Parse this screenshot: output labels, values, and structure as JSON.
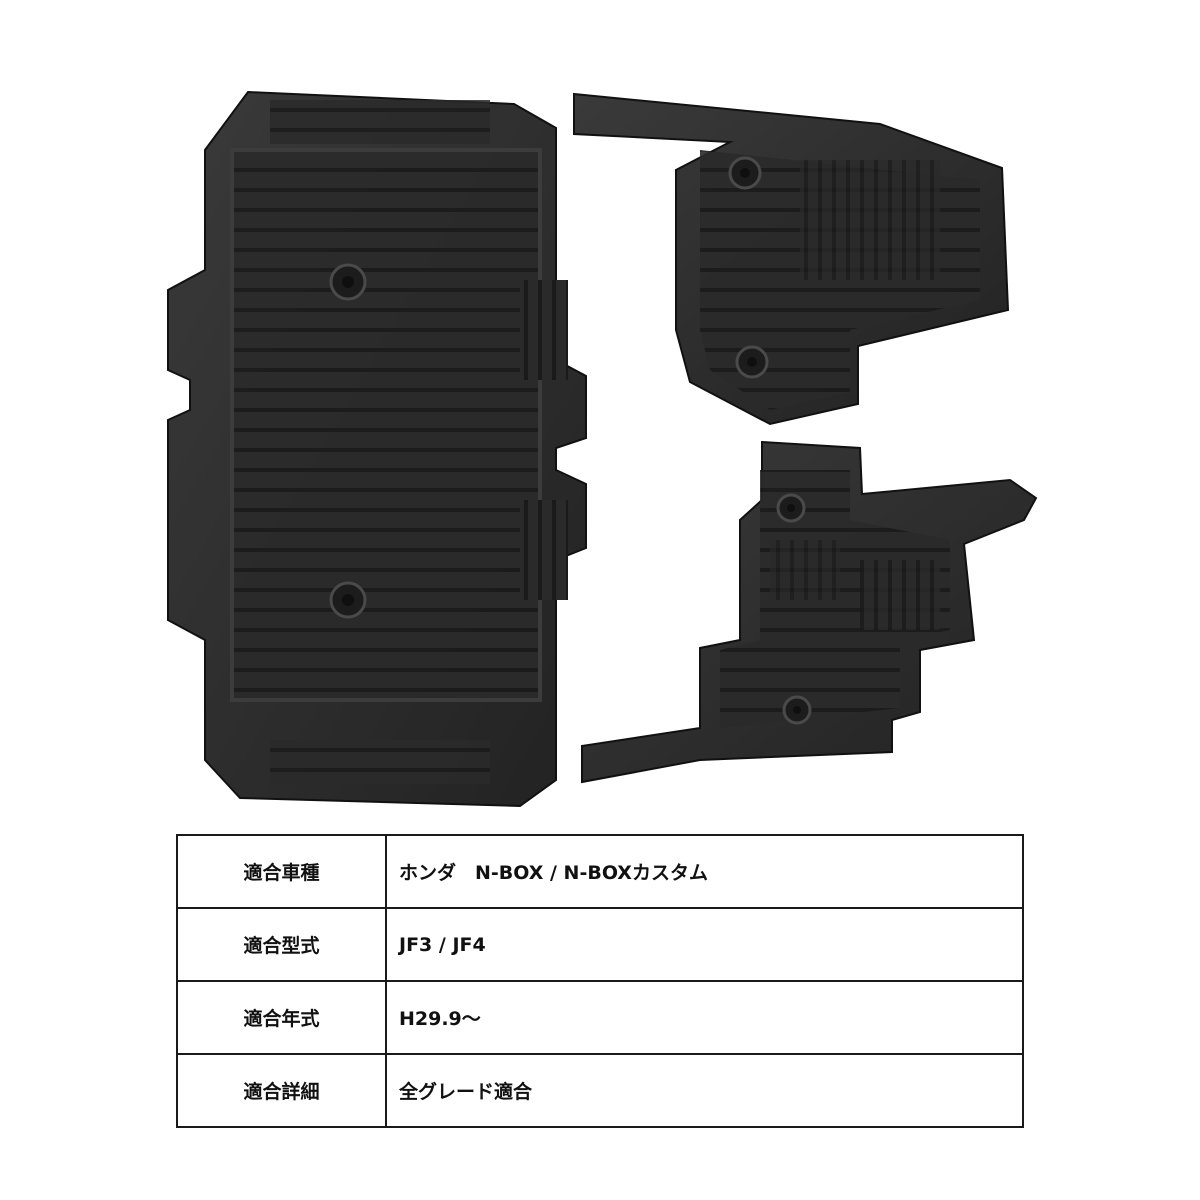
{
  "product": {
    "image_subject": "floor-mat-set",
    "mat_color": "#2b2b2b"
  },
  "spec_table": {
    "rows": [
      {
        "label": "適合車種",
        "value": "ホンダ　N-BOX / N-BOXカスタム"
      },
      {
        "label": "適合型式",
        "value": "JF3 / JF4"
      },
      {
        "label": "適合年式",
        "value": "H29.9～"
      },
      {
        "label": "適合詳細",
        "value": "全グレード適合"
      }
    ]
  }
}
